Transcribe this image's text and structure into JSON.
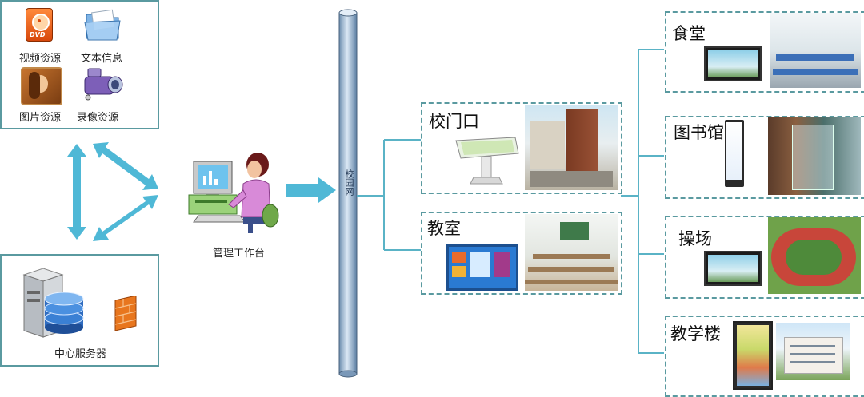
{
  "resources": {
    "video": "视频资源",
    "text": "文本信息",
    "image": "图片资源",
    "recording": "录像资源"
  },
  "server": {
    "label": "中心服务器"
  },
  "workstation": {
    "label": "管理工作台"
  },
  "network": {
    "label": "校园网"
  },
  "sites": {
    "gate": "校门口",
    "classroom": "教室",
    "canteen": "食堂",
    "library": "图书馆",
    "playground": "操场",
    "teaching_building": "教学楼"
  },
  "icons": [
    "dvd-icon",
    "folder-icon",
    "portrait-icon",
    "camcorder-icon",
    "server-icon",
    "database-icon",
    "firewall-icon",
    "operator-computer-icon"
  ],
  "colors": {
    "arrow": "#4fb8d6",
    "line": "#5ab3c6",
    "border": "#5a9aa0",
    "pipe": "#9fbcd8"
  }
}
